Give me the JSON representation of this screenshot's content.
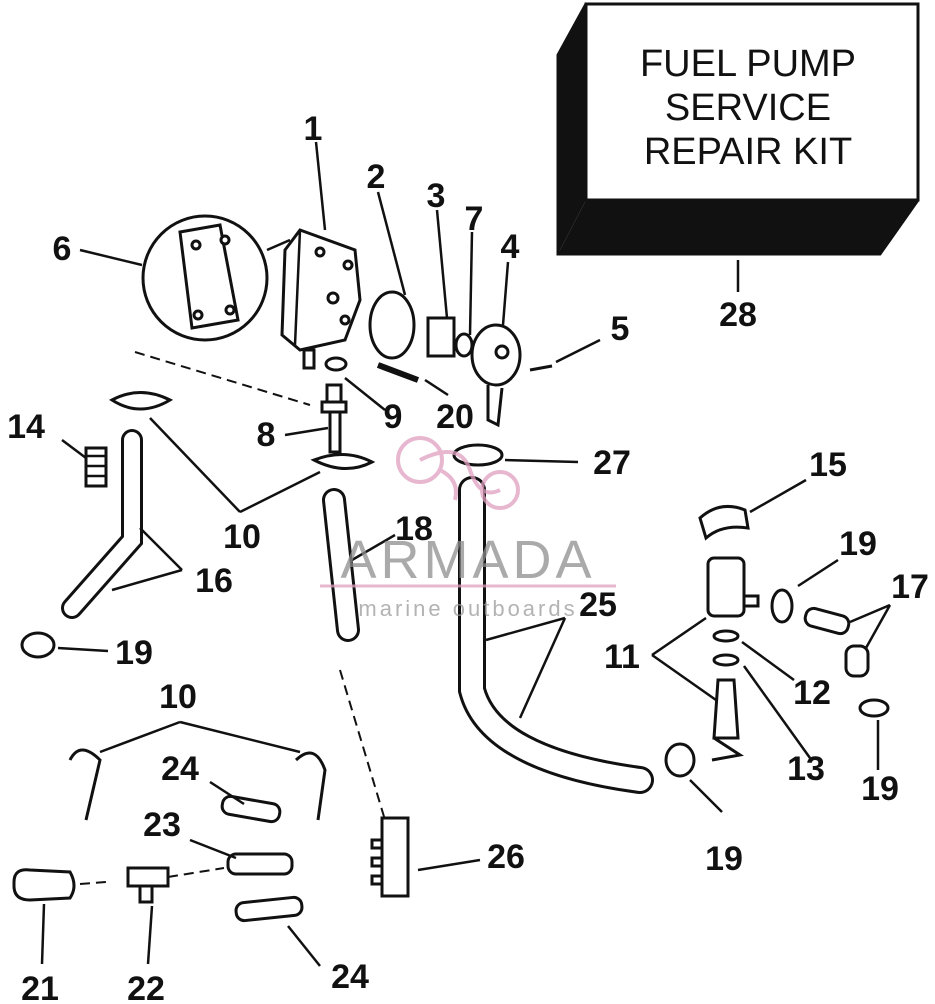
{
  "kit_box": {
    "lines": [
      "FUEL PUMP",
      "SERVICE",
      "REPAIR KIT"
    ],
    "number": "28"
  },
  "callouts": [
    {
      "id": "c1",
      "text": "1"
    },
    {
      "id": "c2",
      "text": "2"
    },
    {
      "id": "c3",
      "text": "3"
    },
    {
      "id": "c7",
      "text": "7"
    },
    {
      "id": "c4",
      "text": "4"
    },
    {
      "id": "c5",
      "text": "5"
    },
    {
      "id": "c6",
      "text": "6"
    },
    {
      "id": "c8",
      "text": "8"
    },
    {
      "id": "c9",
      "text": "9"
    },
    {
      "id": "c20",
      "text": "20"
    },
    {
      "id": "c14",
      "text": "14"
    },
    {
      "id": "c27",
      "text": "27"
    },
    {
      "id": "c15",
      "text": "15"
    },
    {
      "id": "c10a",
      "text": "10"
    },
    {
      "id": "c18",
      "text": "18"
    },
    {
      "id": "c19a",
      "text": "19"
    },
    {
      "id": "c16",
      "text": "16"
    },
    {
      "id": "c17",
      "text": "17"
    },
    {
      "id": "c25",
      "text": "25"
    },
    {
      "id": "c11",
      "text": "11"
    },
    {
      "id": "c19b",
      "text": "19"
    },
    {
      "id": "c12",
      "text": "12"
    },
    {
      "id": "c10b",
      "text": "10"
    },
    {
      "id": "c24a",
      "text": "24"
    },
    {
      "id": "c13",
      "text": "13"
    },
    {
      "id": "c19c",
      "text": "19"
    },
    {
      "id": "c23",
      "text": "23"
    },
    {
      "id": "c19d",
      "text": "19"
    },
    {
      "id": "c26",
      "text": "26"
    },
    {
      "id": "c21",
      "text": "21"
    },
    {
      "id": "c22",
      "text": "22"
    },
    {
      "id": "c24b",
      "text": "24"
    }
  ],
  "watermark": {
    "brand": "ARMADA",
    "tagline": "marine outboards",
    "color": "#e0a0c0"
  }
}
